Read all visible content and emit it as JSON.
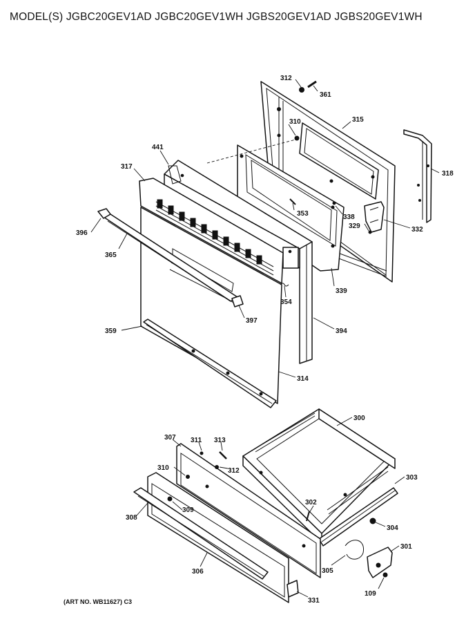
{
  "header": {
    "model_title": "MODEL(S) JGBC20GEV1AD JGBC20GEV1WH JGBS20GEV1AD JGBS20GEV1WH"
  },
  "footer": {
    "art_no": "(ART NO. WB11627) C3"
  },
  "labels": {
    "p312_top": "312",
    "p361": "361",
    "p310_top": "310",
    "p315": "315",
    "p441": "441",
    "p317": "317",
    "p318": "318",
    "p396": "396",
    "p353": "353",
    "p338": "338",
    "p329": "329",
    "p332": "332",
    "p365": "365",
    "p339": "339",
    "p354": "354",
    "p397": "397",
    "p394": "394",
    "p359": "359",
    "p314": "314",
    "p300": "300",
    "p307": "307",
    "p311": "311",
    "p313": "313",
    "p312_bot": "312",
    "p310_bot": "310",
    "p303": "303",
    "p302": "302",
    "p308": "308",
    "p309": "309",
    "p304": "304",
    "p301": "301",
    "p305": "305",
    "p306": "306",
    "p331": "331",
    "p109": "109"
  }
}
